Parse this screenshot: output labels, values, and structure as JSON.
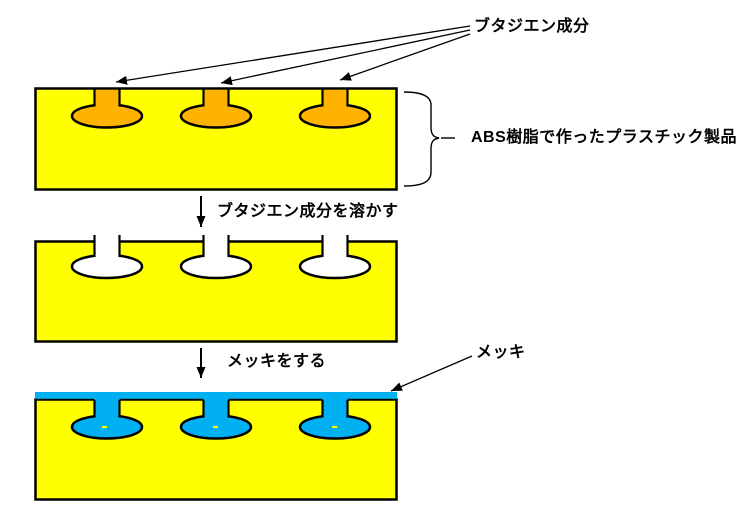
{
  "colors": {
    "plastic_yellow": "#FFFF00",
    "butadiene_orange": "#FFB300",
    "plating_blue": "#00B0F0",
    "hole_white": "#FFFFFF",
    "line_black": "#000000"
  },
  "labels": {
    "butadiene_component": "ブタジエン成分",
    "abs_product": "ABS樹脂で作ったプラスチック製品",
    "step_dissolve": "ブタジエン成分を溶かす",
    "step_plate": "メッキをする",
    "plating": "メッキ"
  }
}
